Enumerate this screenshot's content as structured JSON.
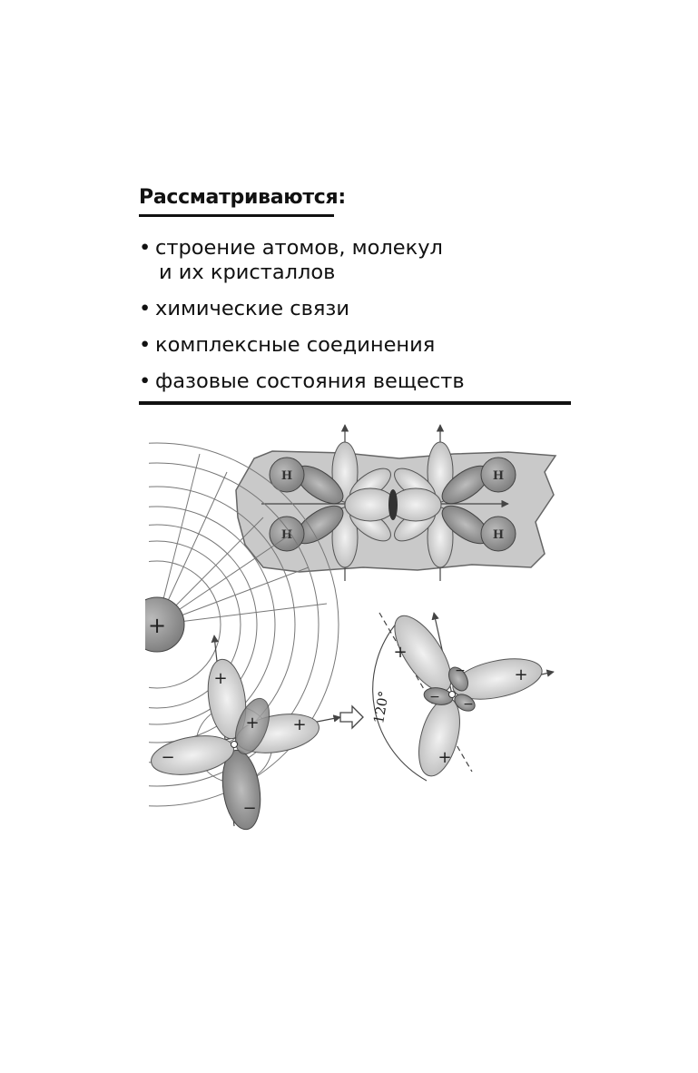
{
  "section": {
    "heading": "Рассматриваются:",
    "bullets": [
      {
        "line1": "строение атомов, молекул",
        "line2": "и их кристаллов"
      },
      {
        "line1": "химические связи",
        "line2": ""
      },
      {
        "line1": "комплексные соединения",
        "line2": ""
      },
      {
        "line1": "фазовые состояния веществ",
        "line2": ""
      }
    ],
    "bullet_marker": "•"
  },
  "figure": {
    "atom_labels": {
      "hydrogen": "H",
      "nucleus": "+",
      "plus": "+",
      "minus": "−"
    },
    "angle_label": "120°"
  }
}
